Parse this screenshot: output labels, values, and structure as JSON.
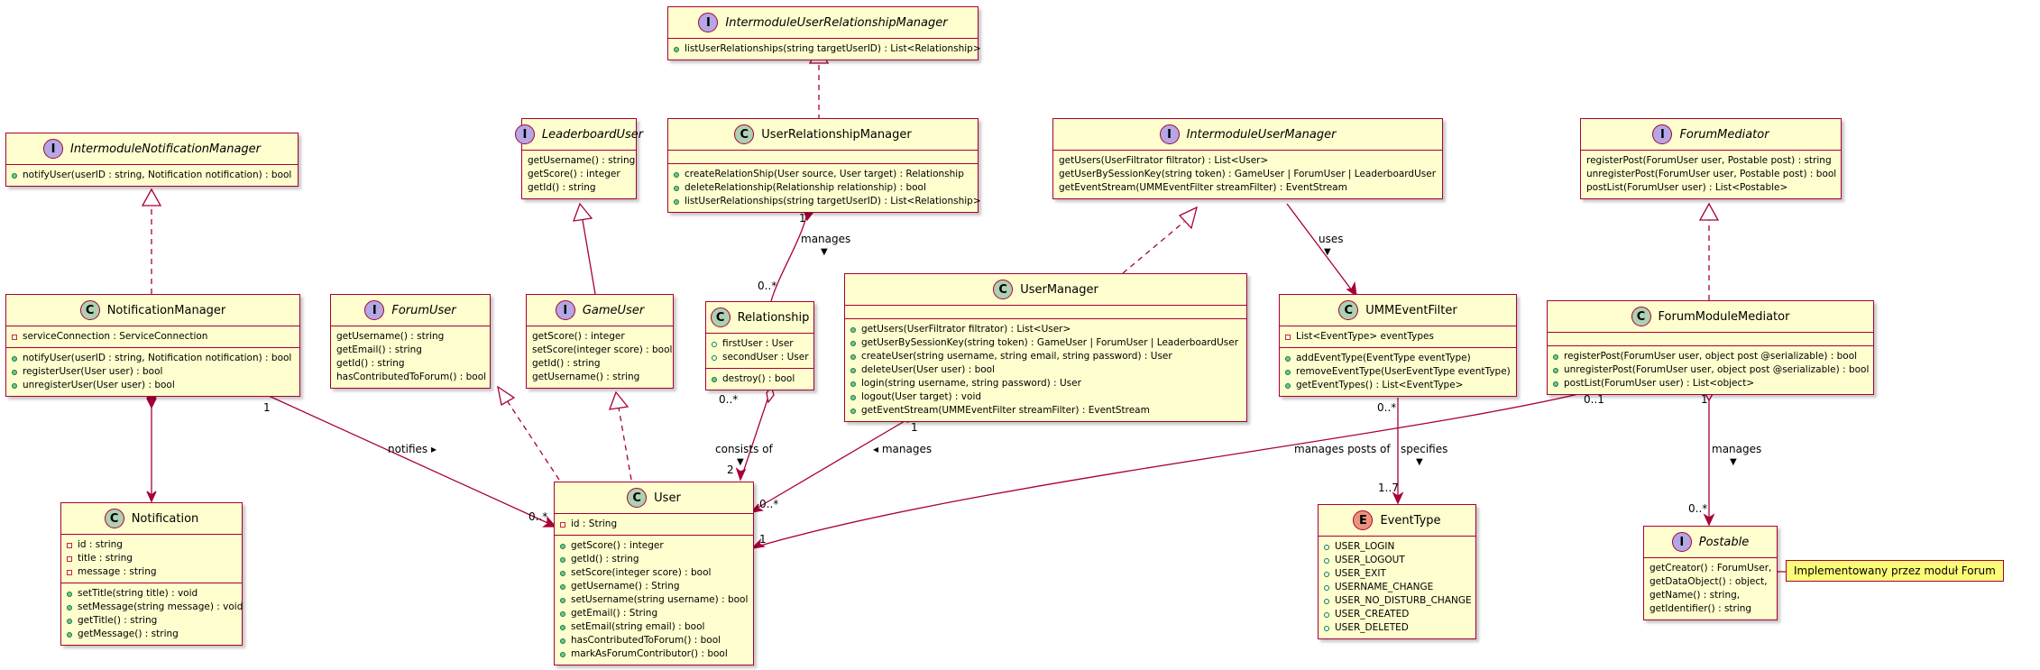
{
  "classes": {
    "imrm": {
      "stereo": "I",
      "name": "IntermoduleUserRelationshipManager",
      "sections": [
        [
          {
            "v": "pub",
            "t": "listUserRelationships(string targetUserID) : List<Relationship>"
          }
        ]
      ]
    },
    "inm": {
      "stereo": "I",
      "name": "IntermoduleNotificationManager",
      "sections": [
        [
          {
            "v": "pub",
            "t": "notifyUser(userID : string, Notification notification) : bool"
          }
        ]
      ]
    },
    "lbu": {
      "stereo": "I",
      "name": "LeaderboardUser",
      "sections": [
        [
          {
            "v": "",
            "t": "getUsername() : string"
          },
          {
            "v": "",
            "t": "getScore() : integer"
          },
          {
            "v": "",
            "t": "getId() : string"
          }
        ]
      ]
    },
    "urm": {
      "stereo": "C",
      "name": "UserRelationshipManager",
      "sections": [
        [],
        [
          {
            "v": "pub",
            "t": "createRelationShip(User source, User target) : Relationship"
          },
          {
            "v": "pub",
            "t": "deleteRelationship(Relationship relationship) : bool"
          },
          {
            "v": "pub",
            "t": "listUserRelationships(string targetUserID) : List<Relationship>"
          }
        ]
      ]
    },
    "imum": {
      "stereo": "I",
      "name": "IntermoduleUserManager",
      "sections": [
        [
          {
            "v": "",
            "t": "getUsers(UserFiltrator filtrator) : List<User>"
          },
          {
            "v": "",
            "t": "getUserBySessionKey(string token) : GameUser | ForumUser | LeaderboardUser"
          },
          {
            "v": "",
            "t": "getEventStream(UMMEventFilter streamFilter) : EventStream"
          }
        ]
      ]
    },
    "fmed": {
      "stereo": "I",
      "name": "ForumMediator",
      "sections": [
        [
          {
            "v": "",
            "t": "registerPost(ForumUser user, Postable post) : string"
          },
          {
            "v": "",
            "t": "unregisterPost(ForumUser user, Postable post) : bool"
          },
          {
            "v": "",
            "t": "postList(ForumUser user) : List<Postable>"
          }
        ]
      ]
    },
    "nm": {
      "stereo": "C",
      "name": "NotificationManager",
      "sections": [
        [
          {
            "v": "priv",
            "t": "serviceConnection : ServiceConnection"
          }
        ],
        [
          {
            "v": "pub",
            "t": "notifyUser(userID : string, Notification notification) : bool"
          },
          {
            "v": "pub",
            "t": "registerUser(User user) : bool"
          },
          {
            "v": "pub",
            "t": "unregisterUser(User user) : bool"
          }
        ]
      ]
    },
    "fu": {
      "stereo": "I",
      "name": "ForumUser",
      "sections": [
        [
          {
            "v": "",
            "t": "getUsername() : string"
          },
          {
            "v": "",
            "t": "getEmail() : string"
          },
          {
            "v": "",
            "t": "getId() : string"
          },
          {
            "v": "",
            "t": "hasContributedToForum() : bool"
          }
        ]
      ]
    },
    "gu": {
      "stereo": "I",
      "name": "GameUser",
      "sections": [
        [
          {
            "v": "",
            "t": "getScore() : integer"
          },
          {
            "v": "",
            "t": "setScore(integer score) : bool"
          },
          {
            "v": "",
            "t": "getId() : string"
          },
          {
            "v": "",
            "t": "getUsername() : string"
          }
        ]
      ]
    },
    "rel": {
      "stereo": "C",
      "name": "Relationship",
      "sections": [
        [
          {
            "v": "pubo",
            "t": "firstUser : User"
          },
          {
            "v": "pubo",
            "t": "secondUser : User"
          }
        ],
        [
          {
            "v": "pub",
            "t": "destroy() : bool"
          }
        ]
      ]
    },
    "um": {
      "stereo": "C",
      "name": "UserManager",
      "sections": [
        [],
        [
          {
            "v": "pub",
            "t": "getUsers(UserFiltrator filtrator) : List<User>"
          },
          {
            "v": "pub",
            "t": "getUserBySessionKey(string token) : GameUser | ForumUser | LeaderboardUser"
          },
          {
            "v": "pub",
            "t": "createUser(string username, string email, string password) : User"
          },
          {
            "v": "pub",
            "t": "deleteUser(User user) : bool"
          },
          {
            "v": "pub",
            "t": "login(string username, string password) : User"
          },
          {
            "v": "pub",
            "t": "logout(User target) : void"
          },
          {
            "v": "pub",
            "t": "getEventStream(UMMEventFilter streamFilter) : EventStream"
          }
        ]
      ]
    },
    "ummf": {
      "stereo": "C",
      "name": "UMMEventFilter",
      "sections": [
        [
          {
            "v": "priv",
            "t": "List<EventType> eventTypes"
          }
        ],
        [
          {
            "v": "pub",
            "t": "addEventType(EventType eventType)"
          },
          {
            "v": "pub",
            "t": "removeEventType(UserEventType eventType)"
          },
          {
            "v": "pub",
            "t": "getEventTypes() : List<EventType>"
          }
        ]
      ]
    },
    "fmm": {
      "stereo": "C",
      "name": "ForumModuleMediator",
      "sections": [
        [],
        [
          {
            "v": "pub",
            "t": "registerPost(ForumUser user, object post @serializable) : bool"
          },
          {
            "v": "pub",
            "t": "unregisterPost(ForumUser user, object post @serializable) : bool"
          },
          {
            "v": "pub",
            "t": "postList(ForumUser user) : List<object>"
          }
        ]
      ]
    },
    "notif": {
      "stereo": "C",
      "name": "Notification",
      "sections": [
        [
          {
            "v": "priv",
            "t": "id : string"
          },
          {
            "v": "priv",
            "t": "title : string"
          },
          {
            "v": "priv",
            "t": "message : string"
          }
        ],
        [
          {
            "v": "pub",
            "t": "setTitle(string title) : void"
          },
          {
            "v": "pub",
            "t": "setMessage(string message) : void"
          },
          {
            "v": "pub",
            "t": "getTitle() : string"
          },
          {
            "v": "pub",
            "t": "getMessage() : string"
          }
        ]
      ]
    },
    "user": {
      "stereo": "C",
      "name": "User",
      "sections": [
        [
          {
            "v": "priv",
            "t": "id : String"
          }
        ],
        [
          {
            "v": "pub",
            "t": "getScore() : integer"
          },
          {
            "v": "pub",
            "t": "getId() : string"
          },
          {
            "v": "pub",
            "t": "setScore(integer score) : bool"
          },
          {
            "v": "pub",
            "t": "getUsername() : String"
          },
          {
            "v": "pub",
            "t": "setUsername(string username) : bool"
          },
          {
            "v": "pub",
            "t": "getEmail() : String"
          },
          {
            "v": "pub",
            "t": "setEmail(string email) : bool"
          },
          {
            "v": "pub",
            "t": "hasContributedToForum() : bool"
          },
          {
            "v": "pub",
            "t": "markAsForumContributor() : bool"
          }
        ]
      ]
    },
    "evt": {
      "stereo": "E",
      "name": "EventType",
      "sections": [
        [
          {
            "v": "pubo",
            "t": "USER_LOGIN"
          },
          {
            "v": "pubo",
            "t": "USER_LOGOUT"
          },
          {
            "v": "pubo",
            "t": "USER_EXIT"
          },
          {
            "v": "pubo",
            "t": "USERNAME_CHANGE"
          },
          {
            "v": "pubo",
            "t": "USER_NO_DISTURB_CHANGE"
          },
          {
            "v": "pubo",
            "t": "USER_CREATED"
          },
          {
            "v": "pubo",
            "t": "USER_DELETED"
          }
        ]
      ]
    },
    "post": {
      "stereo": "I",
      "name": "Postable",
      "sections": [
        [
          {
            "v": "",
            "t": "getCreator() : ForumUser,"
          },
          {
            "v": "",
            "t": "getDataObject() : object,"
          },
          {
            "v": "",
            "t": "getName() : string,"
          },
          {
            "v": "",
            "t": "getIdentifier() : string"
          }
        ]
      ]
    }
  },
  "labels": {
    "manages_rel": "manages",
    "manages_rel_arrow": "▼",
    "manages_rel_mult_src": "1",
    "manages_rel_mult_dst": "0..*",
    "uses": "uses",
    "uses_arrow": "▼",
    "notifies": "notifies ▸",
    "notifies_mult_src": "1",
    "notifies_mult_dst": "0..*",
    "consists_of": "consists of",
    "consists_of_arrow": "▼",
    "consists_mult_src": "0..*",
    "consists_mult_dst": "2",
    "manages_users": "◂ manages",
    "manages_users_mult_src": "1",
    "manages_users_mult_dst": "0..*",
    "manages_posts_of": "manages posts of",
    "posts_of_mult_src": "0..1",
    "posts_of_mult_dst": "1",
    "specifies": "specifies",
    "specifies_arrow": "▼",
    "specifies_mult_src": "0..*",
    "specifies_mult_dst": "1..7",
    "manages_post": "manages",
    "manages_post_arrow": "▼",
    "manages_post_mult_src": "1",
    "manages_post_mult_dst": "0..*"
  },
  "note": "Implementowany przez moduł Forum",
  "colors": {
    "border": "#a80036",
    "fill": "#fefece",
    "note": "#fbfb77",
    "class_badge": "#add1b2",
    "interface_badge": "#b4a7e5",
    "enum_badge": "#eb937f"
  }
}
